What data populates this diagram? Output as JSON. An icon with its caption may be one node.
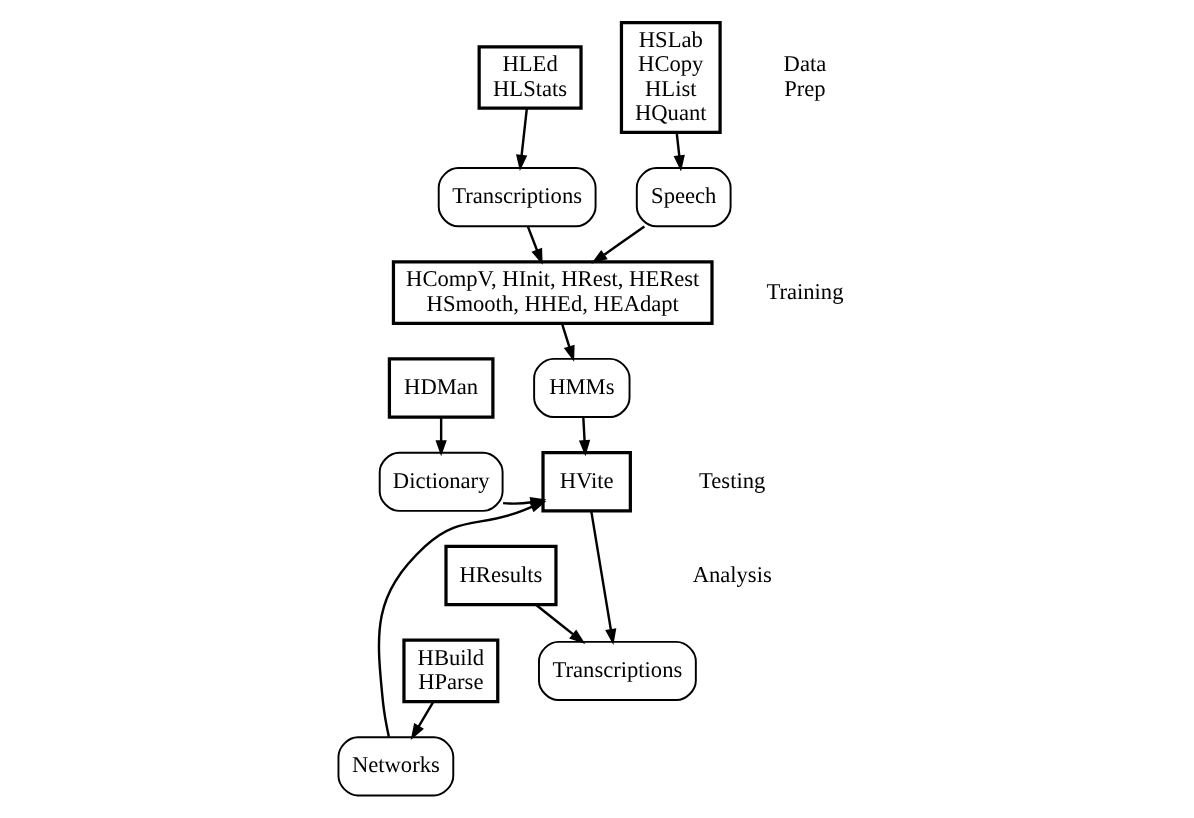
{
  "diagram": {
    "nodes": [
      {
        "text": [
          "HLEd",
          "HLStats"
        ]
      },
      {
        "text": [
          "HSLab",
          "HCopy",
          "HList",
          "HQuant"
        ]
      },
      {
        "text": [
          "Transcriptions"
        ]
      },
      {
        "text": [
          "Speech"
        ]
      },
      {
        "text": [
          "HCompV, HInit, HRest, HERest HSmooth, HHEd, HEAdapt"
        ]
      },
      {
        "text": [
          "HMMs"
        ]
      },
      {
        "text": [
          "HDMan"
        ]
      },
      {
        "text": [
          "Dictionary"
        ]
      },
      {
        "text": [
          "HVite"
        ]
      },
      {
        "text": [
          "Networks"
        ]
      },
      {
        "text": [
          "HBuild",
          "HParse"
        ]
      },
      {
        "text": [
          "Transcriptions"
        ]
      },
      {
        "text": [
          "HResults"
        ]
      }
    ],
    "edges": [
      {
        "from": 0,
        "to": 2,
        "arrow": "to"
      },
      {
        "from": 1,
        "to": 3,
        "arrow": "to"
      },
      {
        "from": 2,
        "to": 4,
        "arrow": "to"
      },
      {
        "from": 3,
        "to": 4,
        "arrow": "to"
      },
      {
        "from": 4,
        "to": 5,
        "arrow": "to"
      },
      {
        "from": 5,
        "to": 8,
        "arrow": "to"
      },
      {
        "from": 6,
        "to": 7,
        "arrow": "to"
      },
      {
        "from": 7,
        "to": 8,
        "arrow": "to"
      },
      {
        "from": 9,
        "to": 8,
        "arrow": "to"
      },
      {
        "from": 10,
        "to": 9,
        "arrow": "to"
      },
      {
        "from": 8,
        "to": 11,
        "arrow": "to"
      },
      {
        "from": 12,
        "to": 11,
        "arrow": "to"
      }
    ],
    "labels": [
      "Data Prep",
      "Training",
      "Testing",
      "Analysis"
    ]
  }
}
